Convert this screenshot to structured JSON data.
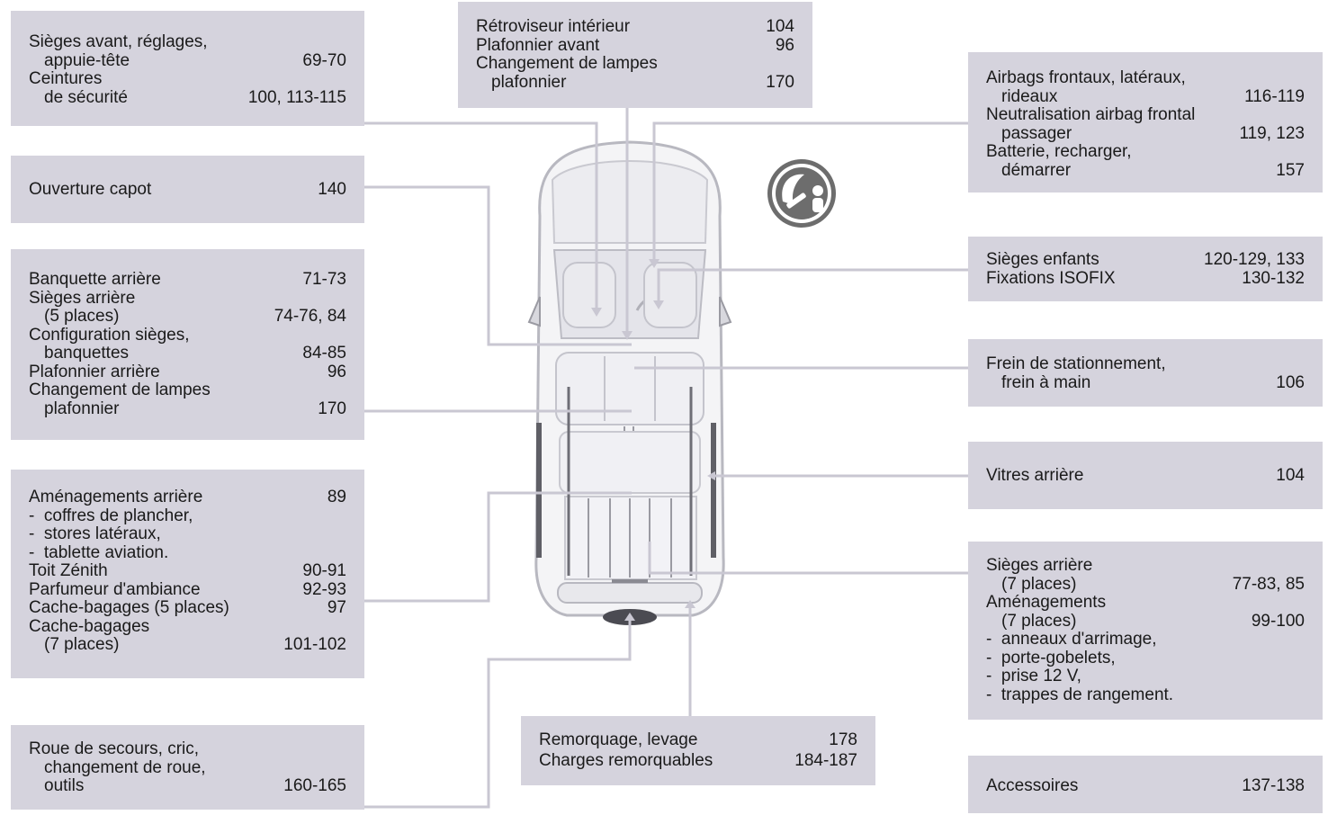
{
  "boxes": {
    "front_seats": {
      "rows": [
        {
          "text": "Sièges avant, réglages,",
          "page": ""
        },
        {
          "text": "appuie-tête",
          "page": "69-70"
        },
        {
          "text": "Ceintures",
          "page": ""
        },
        {
          "text": "de sécurité",
          "page": "100, 113-115"
        }
      ]
    },
    "hood": {
      "rows": [
        {
          "text": "Ouverture capot",
          "page": "140"
        }
      ]
    },
    "rear_bench": {
      "rows": [
        {
          "text": "Banquette arrière",
          "page": "71-73"
        },
        {
          "text": "Sièges arrière",
          "page": ""
        },
        {
          "text": "(5 places)",
          "page": "74-76, 84"
        },
        {
          "text": "Configuration sièges,",
          "page": ""
        },
        {
          "text": "banquettes",
          "page": "84-85"
        },
        {
          "text": "Plafonnier arrière",
          "page": "96"
        },
        {
          "text": "Changement de lampes",
          "page": ""
        },
        {
          "text": "plafonnier",
          "page": "170"
        }
      ]
    },
    "rear_fittings": {
      "rows": [
        {
          "text": "Aménagements arrière",
          "page": "89"
        },
        {
          "text": "-  coffres de plancher,",
          "page": ""
        },
        {
          "text": "-  stores latéraux,",
          "page": ""
        },
        {
          "text": "-  tablette aviation.",
          "page": ""
        },
        {
          "text": "Toit Zénith",
          "page": "90-91"
        },
        {
          "text": "Parfumeur d'ambiance",
          "page": "92-93"
        },
        {
          "text": "Cache-bagages (5 places)",
          "page": "97"
        },
        {
          "text": "Cache-bagages",
          "page": ""
        },
        {
          "text": "(7 places)",
          "page": "101-102"
        }
      ]
    },
    "spare_wheel": {
      "rows": [
        {
          "text": "Roue de secours, cric,",
          "page": ""
        },
        {
          "text": "changement de roue,",
          "page": ""
        },
        {
          "text": "outils",
          "page": "160-165"
        }
      ]
    },
    "mirror": {
      "rows": [
        {
          "text": "Rétroviseur intérieur",
          "page": "104"
        },
        {
          "text": "Plafonnier avant",
          "page": "96"
        },
        {
          "text": "Changement de lampes",
          "page": ""
        },
        {
          "text": "plafonnier",
          "page": "170"
        }
      ]
    },
    "towing": {
      "rows": [
        {
          "text": "Remorquage, levage",
          "page": "178"
        },
        {
          "text": "Charges remorquables",
          "page": "184-187"
        }
      ]
    },
    "airbags": {
      "rows": [
        {
          "text": "Airbags frontaux, latéraux,",
          "page": ""
        },
        {
          "text": "rideaux",
          "page": "116-119"
        },
        {
          "text": "Neutralisation airbag frontal",
          "page": ""
        },
        {
          "text": "passager",
          "page": "119, 123"
        },
        {
          "text": "Batterie, recharger,",
          "page": ""
        },
        {
          "text": "démarrer",
          "page": "157"
        }
      ]
    },
    "child_seats": {
      "rows": [
        {
          "text": "Sièges enfants",
          "page": "120-129, 133"
        },
        {
          "text": "Fixations ISOFIX",
          "page": "130-132"
        }
      ]
    },
    "parking_brake": {
      "rows": [
        {
          "text": "Frein de stationnement,",
          "page": ""
        },
        {
          "text": "frein à main",
          "page": "106"
        }
      ]
    },
    "rear_windows": {
      "rows": [
        {
          "text": "Vitres arrière",
          "page": "104"
        }
      ]
    },
    "rear_seats_7": {
      "rows": [
        {
          "text": "Sièges arrière",
          "page": ""
        },
        {
          "text": "(7 places)",
          "page": "77-83, 85"
        },
        {
          "text": "Aménagements",
          "page": ""
        },
        {
          "text": "(7 places)",
          "page": "99-100"
        },
        {
          "text": "-  anneaux d'arrimage,",
          "page": ""
        },
        {
          "text": "-  porte-gobelets,",
          "page": ""
        },
        {
          "text": "-  prise 12 V,",
          "page": ""
        },
        {
          "text": "-  trappes de rangement.",
          "page": ""
        }
      ]
    },
    "accessories": {
      "rows": [
        {
          "text": "Accessoires",
          "page": "137-138"
        }
      ]
    }
  },
  "icons": {
    "badge": "steering-wheel-child-seat-icon"
  },
  "colors": {
    "box_bg": "#d5d3dd",
    "leader_line": "#c9c7d2",
    "badge": "#6d6d6d"
  }
}
